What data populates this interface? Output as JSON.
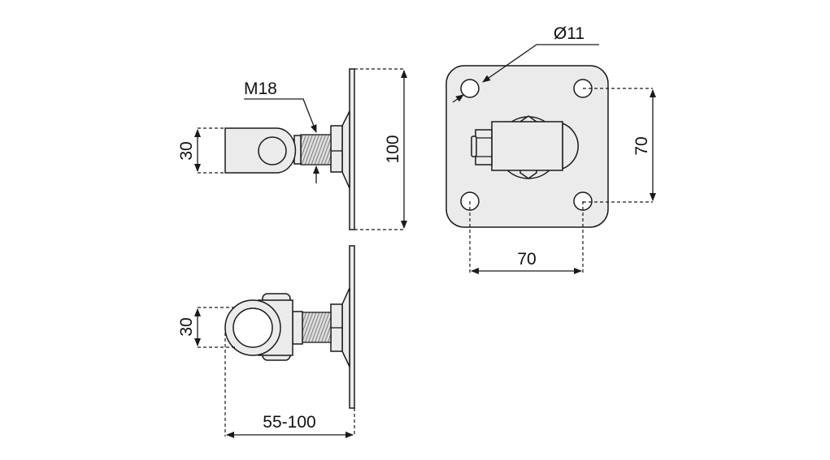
{
  "drawing": {
    "labels": {
      "thread": "M18",
      "eye_height_top": "30",
      "plate_height": "100",
      "eye_height_bottom": "30",
      "length_range": "55-100",
      "hole_diameter": "Ø11",
      "hole_spacing_vertical": "70",
      "hole_spacing_horizontal": "70"
    },
    "colors": {
      "fill": "#ebebeb",
      "line": "#1a1a1a"
    }
  }
}
